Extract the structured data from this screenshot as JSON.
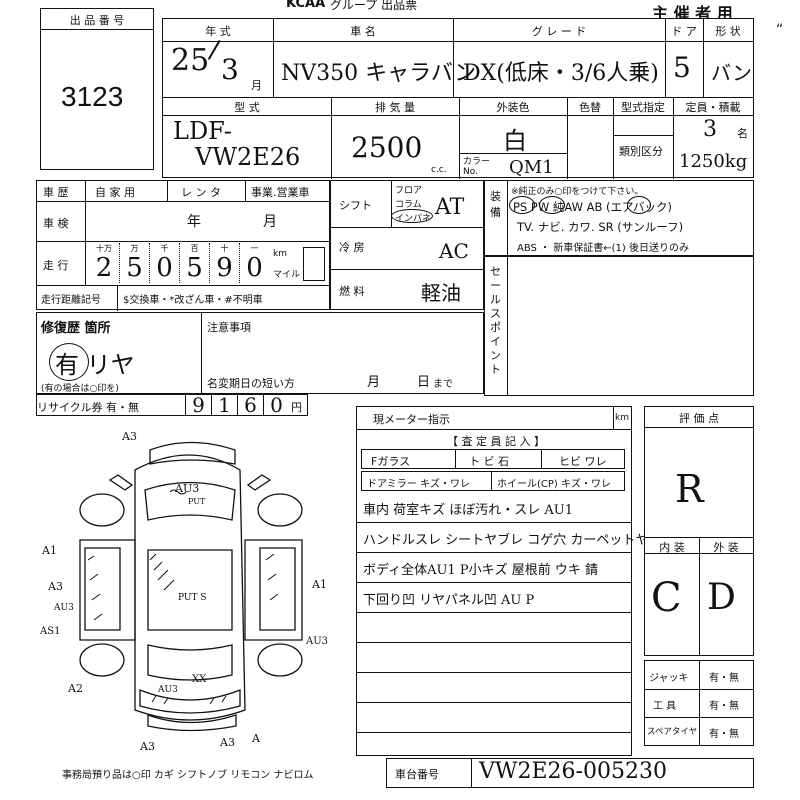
{
  "header": {
    "brand": "KCAA",
    "group": "グループ 出品票",
    "organizer": "主 催 者 用"
  },
  "lot": {
    "label": "出 品 番 号",
    "value": "3123"
  },
  "year": {
    "label": "年 式",
    "year": "25",
    "month": "3",
    "month_suffix": "月"
  },
  "model": {
    "label": "車 名",
    "value": "NV350 キャラバン"
  },
  "grade": {
    "label": "グ レ ー ド",
    "value": "DX(低床・3/6人乗)"
  },
  "doors": {
    "label": "ド ア",
    "value": "5"
  },
  "body_type": {
    "label": "形 状",
    "value": "バン"
  },
  "model_code": {
    "label": "型 式",
    "line1": "LDF-",
    "line2": "VW2E26"
  },
  "displacement": {
    "label": "排 気 量",
    "value": "2500",
    "unit": "c.c."
  },
  "color": {
    "label": "外装色",
    "value": "白",
    "color_change_label": "色替",
    "code_label": "カラー No.",
    "code": "QM1"
  },
  "type_designation": {
    "label": "型式指定",
    "class_label": "類別区分"
  },
  "capacity": {
    "label": "定員・積載",
    "value": "3",
    "unit": "名",
    "load": "1250kg"
  },
  "history": {
    "label": "車 歴",
    "opt1": "自 家 用",
    "opt2": "レ ン タ",
    "opt3": "事業.営業車"
  },
  "inspection": {
    "label": "車 検",
    "year_label": "年",
    "month_label": "月"
  },
  "mileage": {
    "label": "走 行",
    "units": [
      "十万",
      "万",
      "千",
      "百",
      "十",
      "一"
    ],
    "digits": [
      "2",
      "5",
      "0",
      "5",
      "9",
      "0"
    ],
    "unit_km": "km",
    "unit_mile": "マイル"
  },
  "mileage_notes": {
    "label": "走行距離記号",
    "text": "$交換車・*改ざん車・#不明車"
  },
  "shift": {
    "label": "シフト",
    "opt1": "フロア",
    "opt2": "コラム",
    "opt3": "インパネ",
    "value": "AT"
  },
  "aircon": {
    "label": "冷 房",
    "value": "AC"
  },
  "fuel": {
    "label": "燃 料",
    "value": "軽油"
  },
  "equipment": {
    "label": "装 備",
    "note": "※純正のみ○印をつけて下さい。",
    "line1": "PS  PW  純AW  AB (エアバック)",
    "line2": "TV. ナビ. カワ. SR (サンルーフ)",
    "line3": "ABS ・ 新車保証書←(1) 後日送りのみ"
  },
  "sales_point": {
    "label": "セールスポイント"
  },
  "repair": {
    "label": "修復歴 箇所",
    "value": "有 リヤ",
    "note": "(有の場合は○印を)"
  },
  "notes": {
    "label": "注意事項"
  },
  "name_change": {
    "label": "名変期日の短い方",
    "month": "月",
    "day": "日",
    "suffix": "まで"
  },
  "recycle": {
    "label": "リサイクル券 有・無",
    "digits": [
      "9",
      "1",
      "6",
      "0"
    ],
    "unit": "円"
  },
  "meter": {
    "label": "現メーター指示",
    "unit": "km"
  },
  "inspector": {
    "header": "【 査 定 員 記 入 】",
    "glass": "Fガラス",
    "chip": "ト ビ 石",
    "crack": "ヒビ ワレ",
    "mirror": "ドアミラー キズ・ワレ",
    "wheel": "ホイール(CP) キズ・ワレ",
    "lines": [
      "車内 荷室キズ ほぼ汚れ・スレ AU1",
      "ハンドルスレ シートヤブレ コゲ穴 カーペットヤブレ",
      "ボディ全体AU1 P小キズ 屋根前 ウキ 錆",
      "下回り凹 リヤパネル凹 AU P"
    ]
  },
  "evaluation": {
    "label": "評 価 点",
    "value": "R",
    "interior_label": "内 装",
    "exterior_label": "外 装",
    "interior": "C",
    "exterior": "D"
  },
  "tools": {
    "jack_label": "ジャッキ",
    "jack_value": "有・無",
    "tool_label": "工 具",
    "tool_value": "有・無",
    "spare_label": "スペアタイヤ",
    "spare_value": "有・無"
  },
  "office": {
    "text": "事務局預り品は○印  カギ  シフトノブ  リモコン  ナビロム"
  },
  "chassis": {
    "label": "車台番号",
    "value": "VW2E26-005230"
  },
  "diagram": {
    "marks": {
      "a3_top": "A3",
      "au3_roof": "AU3",
      "p_roof": "PUT",
      "a1_left": "A1",
      "a3_left": "A3",
      "au3_left": "AU3",
      "as1_left": "AS1",
      "a1_right": "A1",
      "au3_right": "AU3",
      "p_center": "PUT S",
      "a2_bl": "A2",
      "au3_rear": "AU3",
      "xx_rear": "XX",
      "a3_bottom": "A3",
      "a3_br": "A3",
      "a_br": "A"
    }
  }
}
